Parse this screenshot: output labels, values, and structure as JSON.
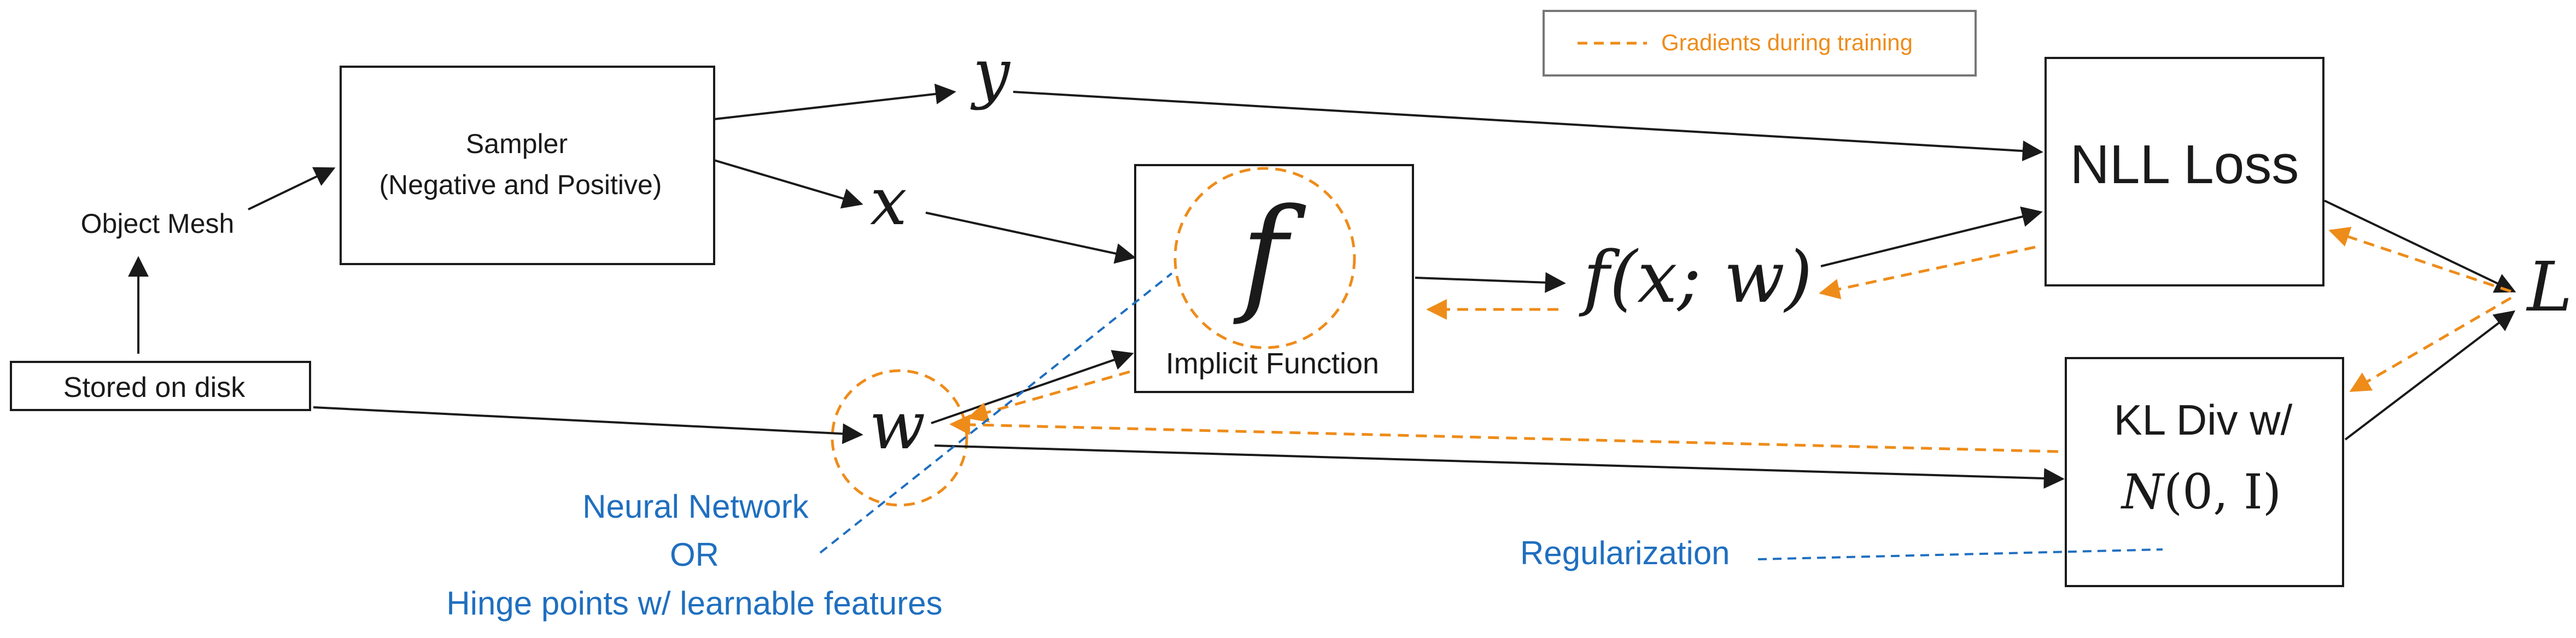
{
  "legend": {
    "label": "Gradients during training"
  },
  "nodes": {
    "object_mesh": "Object Mesh",
    "stored_on_disk": "Stored on disk",
    "sampler_line1": "Sampler",
    "sampler_line2": "(Negative and Positive)",
    "implicit_symbol": "f",
    "implicit_label": "Implicit Function",
    "nll_loss": "NLL Loss",
    "kl_line1": "KL Div w/",
    "kl_normal": "N",
    "kl_args": "(0, I)",
    "var_y": "y",
    "var_x": "x",
    "var_w": "w",
    "output": "f(x; w)",
    "loss": "L"
  },
  "annotations": {
    "nn_line1": "Neural Network",
    "nn_line2": "OR",
    "nn_line3": "Hinge points w/ learnable features",
    "regularization": "Regularization"
  },
  "colors": {
    "forward": "#1a1a1a",
    "gradient": "#ee8c1a",
    "annotation": "#1f6fbf",
    "box_stroke": "#1a1a1a",
    "legend_stroke": "#777777"
  }
}
